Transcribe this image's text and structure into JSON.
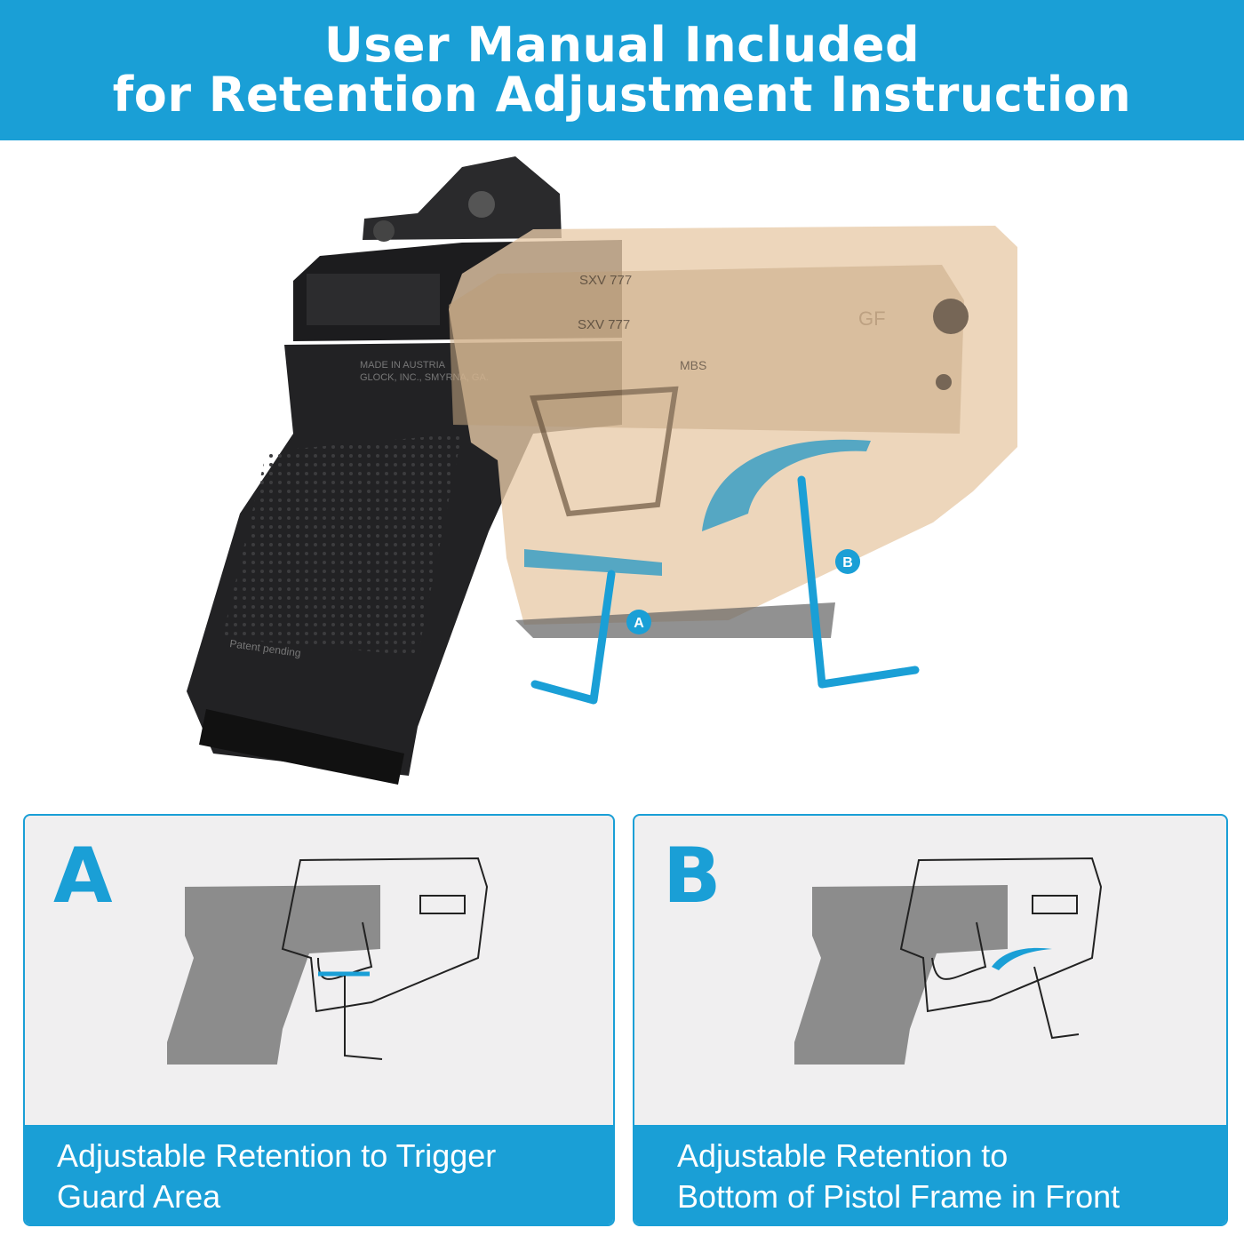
{
  "banner": {
    "line1": "User Manual Included",
    "line2": "for Retention Adjustment Instruction"
  },
  "hero": {
    "marker_a": "A",
    "marker_b": "B",
    "gun_markings": {
      "made_in": "MADE IN AUSTRIA",
      "maker": "GLOCK, INC., SMYRNA, GA.",
      "patent": "Patent pending",
      "model1": "SXV 777",
      "model2": "SXV 777",
      "brand": "GF",
      "mbs": "MBS"
    }
  },
  "panels": [
    {
      "letter": "A",
      "caption_line1": "Adjustable Retention to Trigger",
      "caption_line2": "Guard Area"
    },
    {
      "letter": "B",
      "caption_line1": "Adjustable Retention to",
      "caption_line2": "Bottom of Pistol Frame in Front"
    }
  ],
  "colors": {
    "accent": "#1a9fd6",
    "holster": "#e6c8a6",
    "pistol": "#1f1f21",
    "panel_bg": "#f0eff0"
  }
}
